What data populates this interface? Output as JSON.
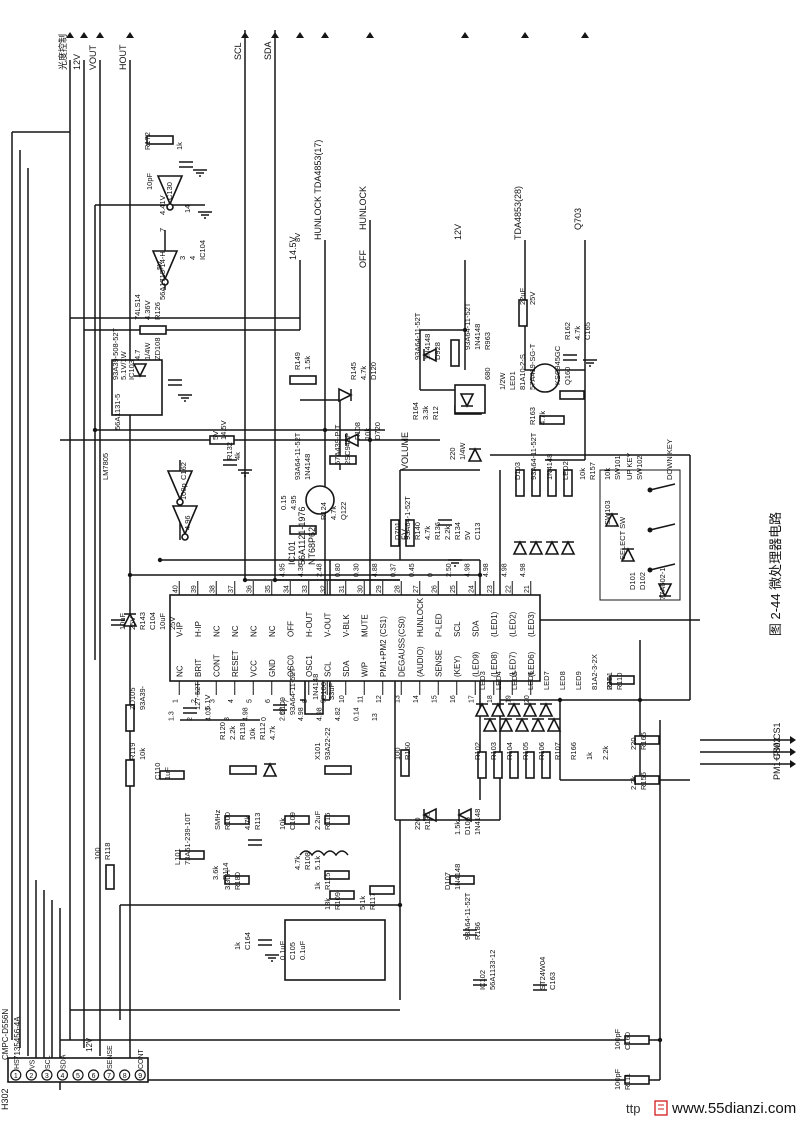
{
  "figure": {
    "caption": "图 2-44 微处理器电路",
    "watermark": "www.55dianzi.com",
    "watermark_prefix": "ttp"
  },
  "connector": {
    "ref": "H302",
    "part_numbers": [
      "CMPC-D556N",
      "7135456-4A"
    ],
    "pins": [
      {
        "num": "1",
        "name": "HS"
      },
      {
        "num": "2",
        "name": "VS"
      },
      {
        "num": "3",
        "name": "SCL"
      },
      {
        "num": "4",
        "name": "SDA"
      },
      {
        "num": "5",
        "name": ""
      },
      {
        "num": "6",
        "name": ""
      },
      {
        "num": "7",
        "name": "SENSE"
      },
      {
        "num": "8",
        "name": ""
      },
      {
        "num": "9",
        "name": "CONT"
      }
    ],
    "supply": "12V"
  },
  "top_signals": [
    "光度控制",
    "12V",
    "VOUT",
    "HOUT",
    "SCL",
    "SDA"
  ],
  "right_signals": [
    "14.5V",
    "HUNLOCK TDA4853(17)",
    "HUNLOCK",
    "OFF",
    "12V",
    "TDA4853(28)",
    "Q703",
    "CS1",
    "CS0",
    "PM1+PM2",
    "VOLUME",
    "5V"
  ],
  "ic_main": {
    "ref": "IC101",
    "part": "56A1121-1976",
    "model": "NT68P62",
    "left_pins": [
      {
        "num": "1",
        "name": "NC"
      },
      {
        "num": "2",
        "name": "BRIT"
      },
      {
        "num": "3",
        "name": "CONT"
      },
      {
        "num": "4",
        "name": "RESET"
      },
      {
        "num": "5",
        "name": "VCC"
      },
      {
        "num": "6",
        "name": "GND"
      },
      {
        "num": "7",
        "name": "OSC0"
      },
      {
        "num": "8",
        "name": "OSC1"
      },
      {
        "num": "9",
        "name": "SCL"
      },
      {
        "num": "10",
        "name": "SDA"
      },
      {
        "num": "11",
        "name": "W/P"
      },
      {
        "num": "12",
        "name": "PM1+PM2"
      },
      {
        "num": "13",
        "name": "DEGAUSS"
      },
      {
        "num": "14",
        "name": "(AUDIO)"
      },
      {
        "num": "15",
        "name": "SENSE"
      },
      {
        "num": "16",
        "name": "(KEY)"
      },
      {
        "num": "17",
        "name": "(LED9)"
      },
      {
        "num": "18",
        "name": "(LED8)"
      },
      {
        "num": "19",
        "name": "(LED7)"
      },
      {
        "num": "20",
        "name": "(LED6)"
      }
    ],
    "right_pins": [
      {
        "num": "40",
        "name": "V-IP"
      },
      {
        "num": "39",
        "name": "H-IP"
      },
      {
        "num": "38",
        "name": "NC"
      },
      {
        "num": "37",
        "name": "NC"
      },
      {
        "num": "36",
        "name": "NC"
      },
      {
        "num": "35",
        "name": "NC"
      },
      {
        "num": "34",
        "name": "OFF"
      },
      {
        "num": "33",
        "name": "H-OUT"
      },
      {
        "num": "32",
        "name": "V-OUT"
      },
      {
        "num": "31",
        "name": "V-BLK"
      },
      {
        "num": "30",
        "name": "MUTE"
      },
      {
        "num": "29",
        "name": "(CS1)"
      },
      {
        "num": "28",
        "name": "(CS0)"
      },
      {
        "num": "27",
        "name": "HUNLOCK"
      },
      {
        "num": "26",
        "name": "P-LED"
      },
      {
        "num": "25",
        "name": "SCL"
      },
      {
        "num": "24",
        "name": "SDA"
      },
      {
        "num": "23",
        "name": "(LED1)"
      },
      {
        "num": "22",
        "name": "(LED2)"
      },
      {
        "num": "21",
        "name": "(LED3)"
      }
    ],
    "left_voltages": [
      "1.3",
      "2",
      "4.03",
      "3",
      "4.98",
      "0",
      "2.67",
      "4.98",
      "4.98",
      "4.82",
      "0.14",
      "13"
    ],
    "right_voltages": [
      "4.95",
      "4.36",
      "2.48",
      "0.80",
      "0.30",
      "4.88",
      "0.37",
      "0.45",
      "0",
      "2.50",
      "4.98",
      "4.98",
      "4.98",
      "4.98"
    ]
  },
  "labels": [
    "R172",
    "1k",
    "C130",
    "10pF",
    "14",
    "4.41V",
    "7",
    "5V",
    "3",
    "4",
    "IC104",
    "56A1715-14-H",
    "74LS14",
    "4.36V",
    "R126",
    "4.7",
    "1/4W",
    "ZD108",
    "93A39-508-52T",
    "5.1V/1W",
    "IC103",
    "56A1131-5",
    "LM7805",
    "8V",
    "5V",
    "14.5V",
    "R132",
    "4k",
    "C162",
    "100p",
    "4.96",
    "0.15",
    "4.95",
    "R149",
    "1.5k",
    "R145",
    "4.7k",
    "D120",
    "93A64-11-52T",
    "1N4148",
    "R124",
    "4.7k",
    "Q122",
    "57A439-P-T",
    "2SC945P",
    "R108",
    "10k",
    "D720",
    "93A64-11-52T",
    "1N4148",
    "D928",
    "93A64-11-52T",
    "1N4148",
    "R963",
    "680",
    "1/2W",
    "LED1",
    "81A10-2-S",
    "57A419-SG-T",
    "KSC945GC",
    "Q160",
    "R163",
    "4.7k",
    "R162",
    "4.7k",
    "C165",
    "22uF",
    "25V",
    "R164",
    "3.3k",
    "R12",
    "220",
    "1/4W",
    "D701",
    "93A64-1-52T",
    "R140",
    "4.7k",
    "R136",
    "2.2k",
    "R134",
    "5V",
    "C113",
    "10uF",
    "25V",
    "R143",
    "C104",
    "10uF",
    "25V",
    "ZD105",
    "93A39-",
    "127-52T",
    "5.1V",
    "R119",
    "10k",
    "C110",
    "1uF",
    "R120",
    "2.2k",
    "R118",
    "10k",
    "R112",
    "4.7k",
    "D109",
    "93A64-11-52T",
    "1N4148",
    "C106",
    "33uF",
    "X101",
    "93A22-22",
    "SMHz",
    "R100",
    "4.7k",
    "R113",
    "10k",
    "C109",
    "2.2uF",
    "R116",
    "4.7k",
    "R108",
    "5.1k",
    "L101",
    "73A51-239-10T",
    "3.3uH",
    "R180",
    "3.6k",
    "R114",
    "1k",
    "R115",
    "18k",
    "R109",
    "5.1k",
    "R117",
    "100",
    "R118",
    "100",
    "R160",
    "220",
    "R135",
    "1.5k",
    "D106",
    "1N4148",
    "D107",
    "1N4148",
    "93A64-11-52T",
    "R186",
    "1k",
    "C164",
    "0.1uF",
    "C105",
    "0.1uF",
    "IC102",
    "56A1133-12",
    "ST24W04",
    "C163",
    "100pF",
    "C160",
    "100pF",
    "R111",
    "220",
    "R110",
    "220",
    "R165",
    "2.2k",
    "R156",
    "10k",
    "R157",
    "10k",
    "SW101",
    "UP KEY",
    "SW102",
    "DOWN KEY",
    "SW103",
    "SELECT SW",
    "77A602-1",
    "D101",
    "D102",
    "D103",
    "93A64-11-52T",
    "1N4148",
    "LED2",
    "LED3",
    "LED4",
    "LED5",
    "LED6",
    "LED7",
    "LED8",
    "LED9",
    "81A2-3-2X",
    "R101",
    "R102",
    "R103",
    "R104",
    "R105",
    "R106",
    "R107",
    "R166",
    "1k",
    "2.2k"
  ]
}
